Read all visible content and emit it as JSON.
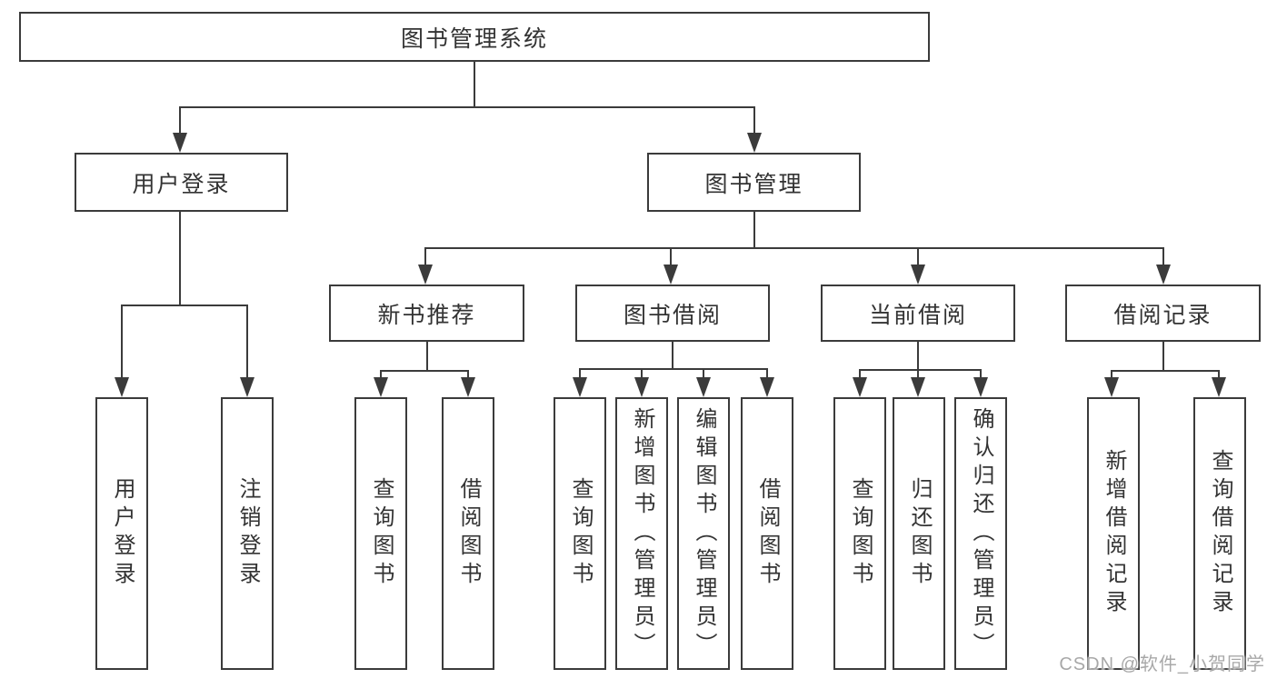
{
  "diagram": {
    "line_color": "#3b3b3b",
    "text_color": "#333333",
    "background": "#ffffff",
    "root": {
      "label": "图书管理系统"
    },
    "user_login": {
      "label": "用户登录",
      "children": [
        {
          "label": "用户登录"
        },
        {
          "label": "注销登录"
        }
      ]
    },
    "book_management": {
      "label": "图书管理",
      "sections": [
        {
          "label": "新书推荐",
          "children": [
            {
              "label": "查询图书"
            },
            {
              "label": "借阅图书"
            }
          ]
        },
        {
          "label": "图书借阅",
          "children": [
            {
              "label": "查询图书"
            },
            {
              "label": "新增图书（管理员）"
            },
            {
              "label": "编辑图书（管理员）"
            },
            {
              "label": "借阅图书"
            }
          ]
        },
        {
          "label": "当前借阅",
          "children": [
            {
              "label": "查询图书"
            },
            {
              "label": "归还图书"
            },
            {
              "label": "确认归还（管理员）"
            }
          ]
        },
        {
          "label": "借阅记录",
          "children": [
            {
              "label": "新增借阅记录"
            },
            {
              "label": "查询借阅记录"
            }
          ]
        }
      ]
    }
  },
  "watermark": {
    "text": "CSDN @软件_小贺同学",
    "color": "#a8a8a8"
  }
}
